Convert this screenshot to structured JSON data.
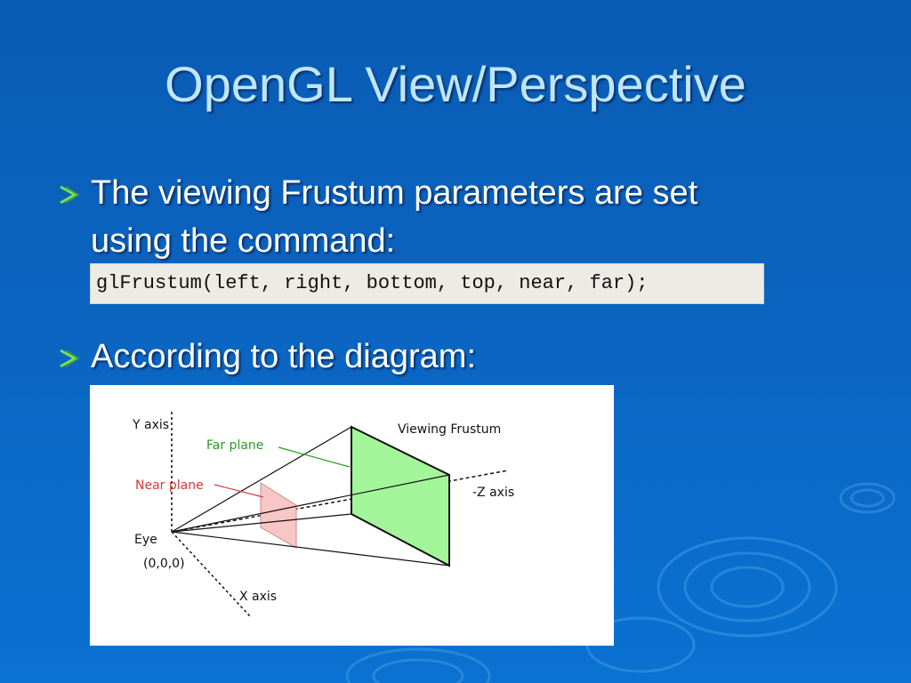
{
  "slide": {
    "title": "OpenGL View/Perspective",
    "bullets": [
      {
        "text_line1": "The viewing Frustum parameters are set",
        "text_line2": "using the command:"
      },
      {
        "text_line1": "According to the diagram:"
      }
    ],
    "code": "glFrustum(left, right, bottom, top, near, far);"
  },
  "diagram": {
    "labels": {
      "y_axis": "Y axis",
      "far_plane": "Far plane",
      "viewing_frustum": "Viewing Frustum",
      "near_plane": "Near plane",
      "neg_z_axis": "-Z axis",
      "eye": "Eye",
      "origin": "(0,0,0)",
      "x_axis": "X axis"
    },
    "colors": {
      "far_plane_fill": "#a3f59a",
      "near_plane_fill": "#f9c6c6",
      "far_label": "#2a9a22",
      "near_label": "#d23a3a"
    }
  },
  "colors": {
    "background": "#0b64c0",
    "title": "#bfe6ff",
    "bullet_arrow": "#7be04f"
  }
}
